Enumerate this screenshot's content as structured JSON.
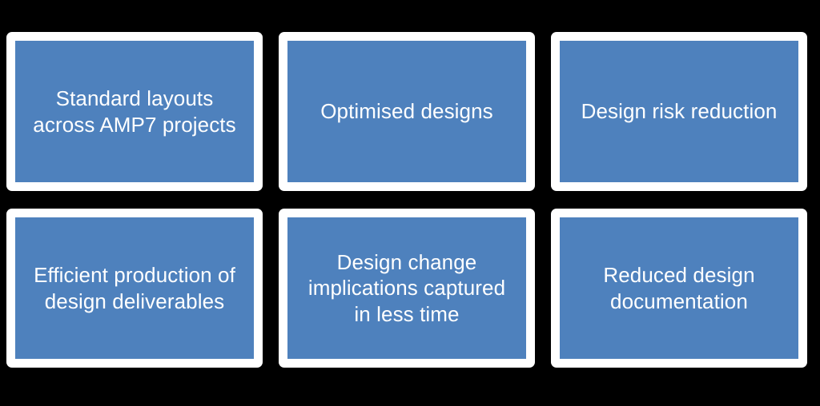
{
  "canvas": {
    "background_color": "#000000",
    "card_frame_color": "#ffffff",
    "card_fill_color": "#4E81BD",
    "text_color": "#ffffff"
  },
  "diagram": {
    "type": "grid-of-cards",
    "rows": 2,
    "columns": 3,
    "cards": [
      {
        "id": "card-standard-layouts",
        "label": "Standard layouts\nacross AMP7 projects",
        "row": 1,
        "column": 1
      },
      {
        "id": "card-optimised-designs",
        "label": "Optimised designs",
        "row": 1,
        "column": 2
      },
      {
        "id": "card-design-risk-reduction",
        "label": "Design risk reduction",
        "row": 1,
        "column": 3
      },
      {
        "id": "card-efficient-production",
        "label": "Efficient production of\ndesign deliverables",
        "row": 2,
        "column": 1
      },
      {
        "id": "card-design-change-implications",
        "label": "Design change\nimplications captured\nin less time",
        "row": 2,
        "column": 2
      },
      {
        "id": "card-reduced-documentation",
        "label": "Reduced design\ndocumentation",
        "row": 2,
        "column": 3
      }
    ]
  }
}
